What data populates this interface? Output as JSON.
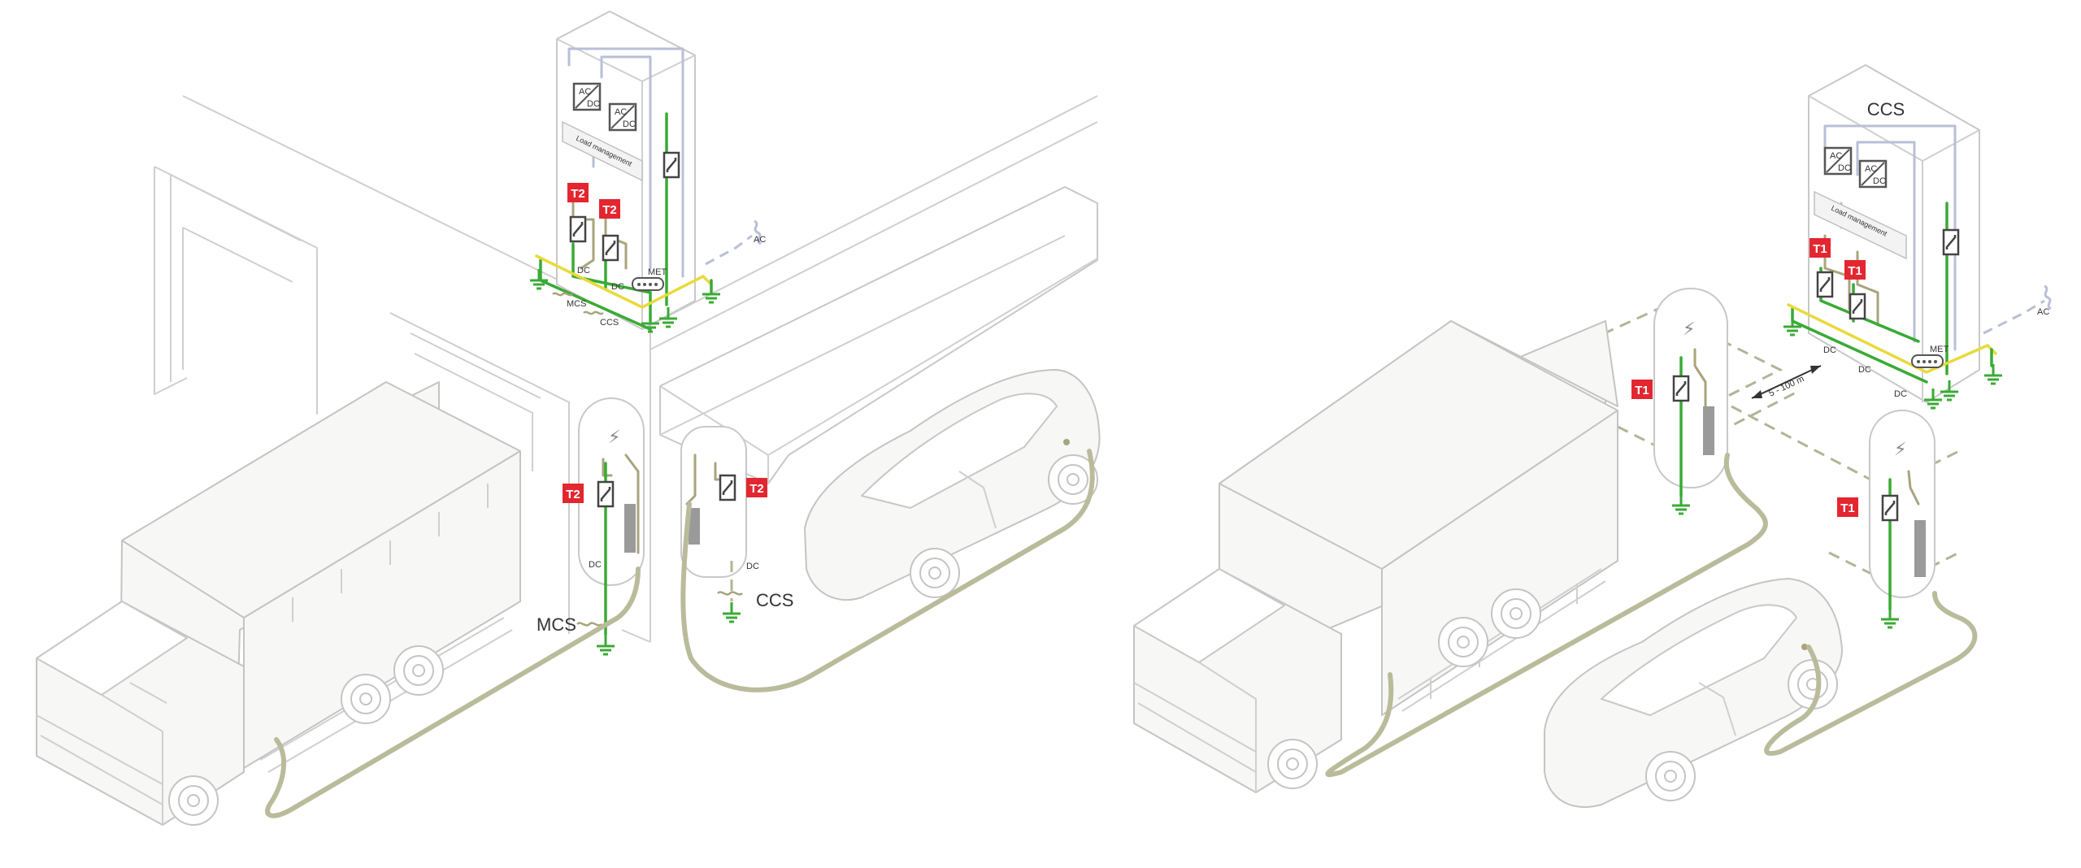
{
  "left_scene": {
    "cabinet": {
      "converters": [
        {
          "top": "AC",
          "bottom": "DC"
        },
        {
          "top": "AC",
          "bottom": "DC"
        }
      ],
      "load_management": "Load management",
      "spd_badges": [
        "T2",
        "T2"
      ],
      "dc_labels": [
        "DC",
        "DC"
      ],
      "meter": "MET",
      "ac_label": "AC",
      "out_labels": [
        "MCS",
        "CCS"
      ]
    },
    "truck_charger": {
      "badge": "T2",
      "dc_label": "DC",
      "label": "MCS"
    },
    "car_charger": {
      "badge": "T2",
      "dc_label": "DC",
      "label": "CCS"
    }
  },
  "right_scene": {
    "cabinet": {
      "title": "CCS",
      "converters": [
        {
          "top": "AC",
          "bottom": "DC"
        },
        {
          "top": "AC",
          "bottom": "DC"
        }
      ],
      "load_management": "Load management",
      "spd_badges": [
        "T1",
        "T1"
      ],
      "dc_labels": [
        "DC",
        "DC",
        "DC"
      ],
      "meter": "MET",
      "ac_label": "AC"
    },
    "distance": "5 - 100 m",
    "truck_charger": {
      "badge": "T1"
    },
    "car_charger": {
      "badge": "T1"
    }
  },
  "colors": {
    "outline": "#c8c8c8",
    "cable": "#b9bb9a",
    "earth": "#3aaa35",
    "equipotential": "#e8da3c",
    "dc_line": "#a8a47c",
    "ac_line": "#b9bfd6",
    "badge": "#e3262f"
  }
}
